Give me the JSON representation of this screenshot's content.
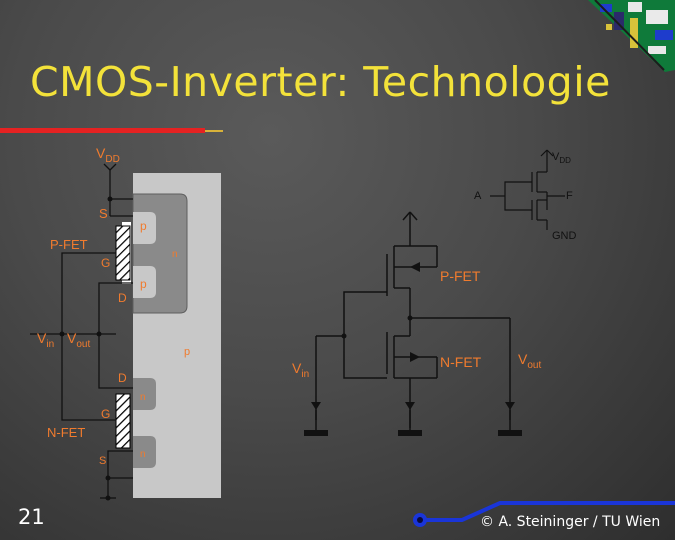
{
  "slide": {
    "title": "CMOS-Inverter: Technologie",
    "page_number": "21",
    "copyright": "© A. Steininger / TU Wien"
  },
  "cross_section": {
    "vdd": "V",
    "vdd_sub": "DD",
    "s_top": "S",
    "p_fet": "P-FET",
    "g_top": "G",
    "d_top": "D",
    "p_top": "p",
    "n_well": "n",
    "p_bottom_of_pfet": "p",
    "vin": "V",
    "vin_sub": "in",
    "vout": "V",
    "vout_sub": "out",
    "p_substrate": "p",
    "d_bottom": "D",
    "n_drain": "n",
    "g_bottom": "G",
    "n_fet": "N-FET",
    "s_bottom": "S",
    "n_source": "n"
  },
  "inset": {
    "vdd": "V",
    "vdd_sub": "DD",
    "input": "A",
    "output": "F",
    "gnd": "GND"
  },
  "schematic": {
    "p_fet": "P-FET",
    "n_fet": "N-FET",
    "vin": "V",
    "vin_sub": "in",
    "vout": "V",
    "vout_sub": "out"
  },
  "colors": {
    "title": "#f3e23a",
    "title_bar": "#e52222",
    "label_orange": "#f07b2e",
    "footer_line": "#1a35d8",
    "wire": "#000000",
    "substrate": "#c8c8c8",
    "well": "#8a8a8a"
  }
}
